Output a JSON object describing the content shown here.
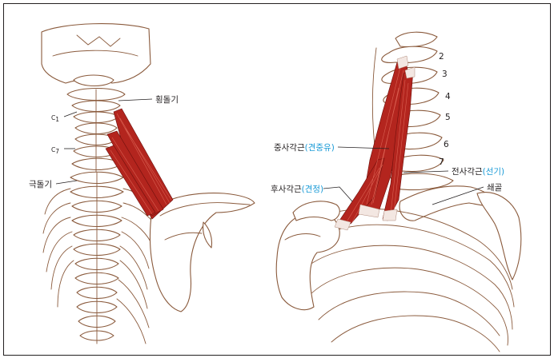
{
  "labels": {
    "transverse_process": "횡돌기",
    "c1": "C",
    "c1_sub": "1",
    "c7": "C",
    "c7_sub": "7",
    "spinous_process": "극돌기",
    "middle_scalene_main": "중사각근",
    "middle_scalene_paren": "(견중유)",
    "anterior_scalene_main": "전사각근",
    "anterior_scalene_paren": "(선기)",
    "posterior_scalene_main": "후사각근",
    "posterior_scalene_paren": "(견정)",
    "clavicle": "쇄골"
  },
  "vertebra_numbers": [
    "2",
    "3",
    "4",
    "5",
    "6",
    "7"
  ],
  "colors": {
    "bone_outline": "#8a5a3c",
    "muscle": "#b3251e",
    "acupoint_text": "#1a9bd7",
    "text": "#231f20",
    "frame": "#231f20"
  }
}
